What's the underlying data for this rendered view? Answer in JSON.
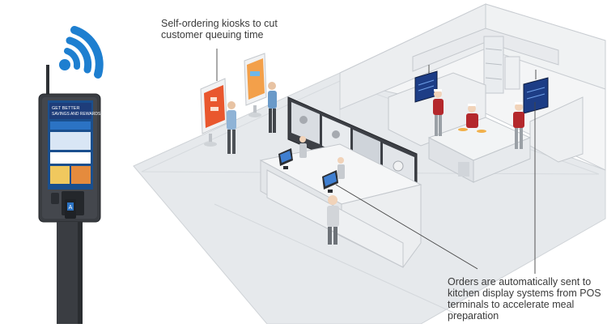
{
  "callouts": {
    "kiosk_line1": "Self-ordering kiosks to cut",
    "kiosk_line2": "customer queuing time",
    "kds_line1": "Orders are automatically sent to",
    "kds_line2": "kitchen display systems from POS",
    "kds_line3": "terminals to accelerate meal",
    "kds_line4": "preparation"
  },
  "kiosk_screen": {
    "headline_1": "GET BETTER",
    "headline_2": "SAVINGS AND REWARDS"
  },
  "colors": {
    "wifi_blue": "#1e7fd0",
    "kiosk_body": "#3a3d42",
    "kiosk_screen": "#1a4f8e",
    "floor": "#e6e9ec",
    "wall": "#f4f5f6",
    "outline": "#c9cdd2",
    "staff_shirt": "#b4282c",
    "callout_text": "#3a3a3a",
    "leader_line": "#444444"
  },
  "icons": [
    "wifi-signal-icon",
    "card-reader-icon"
  ]
}
